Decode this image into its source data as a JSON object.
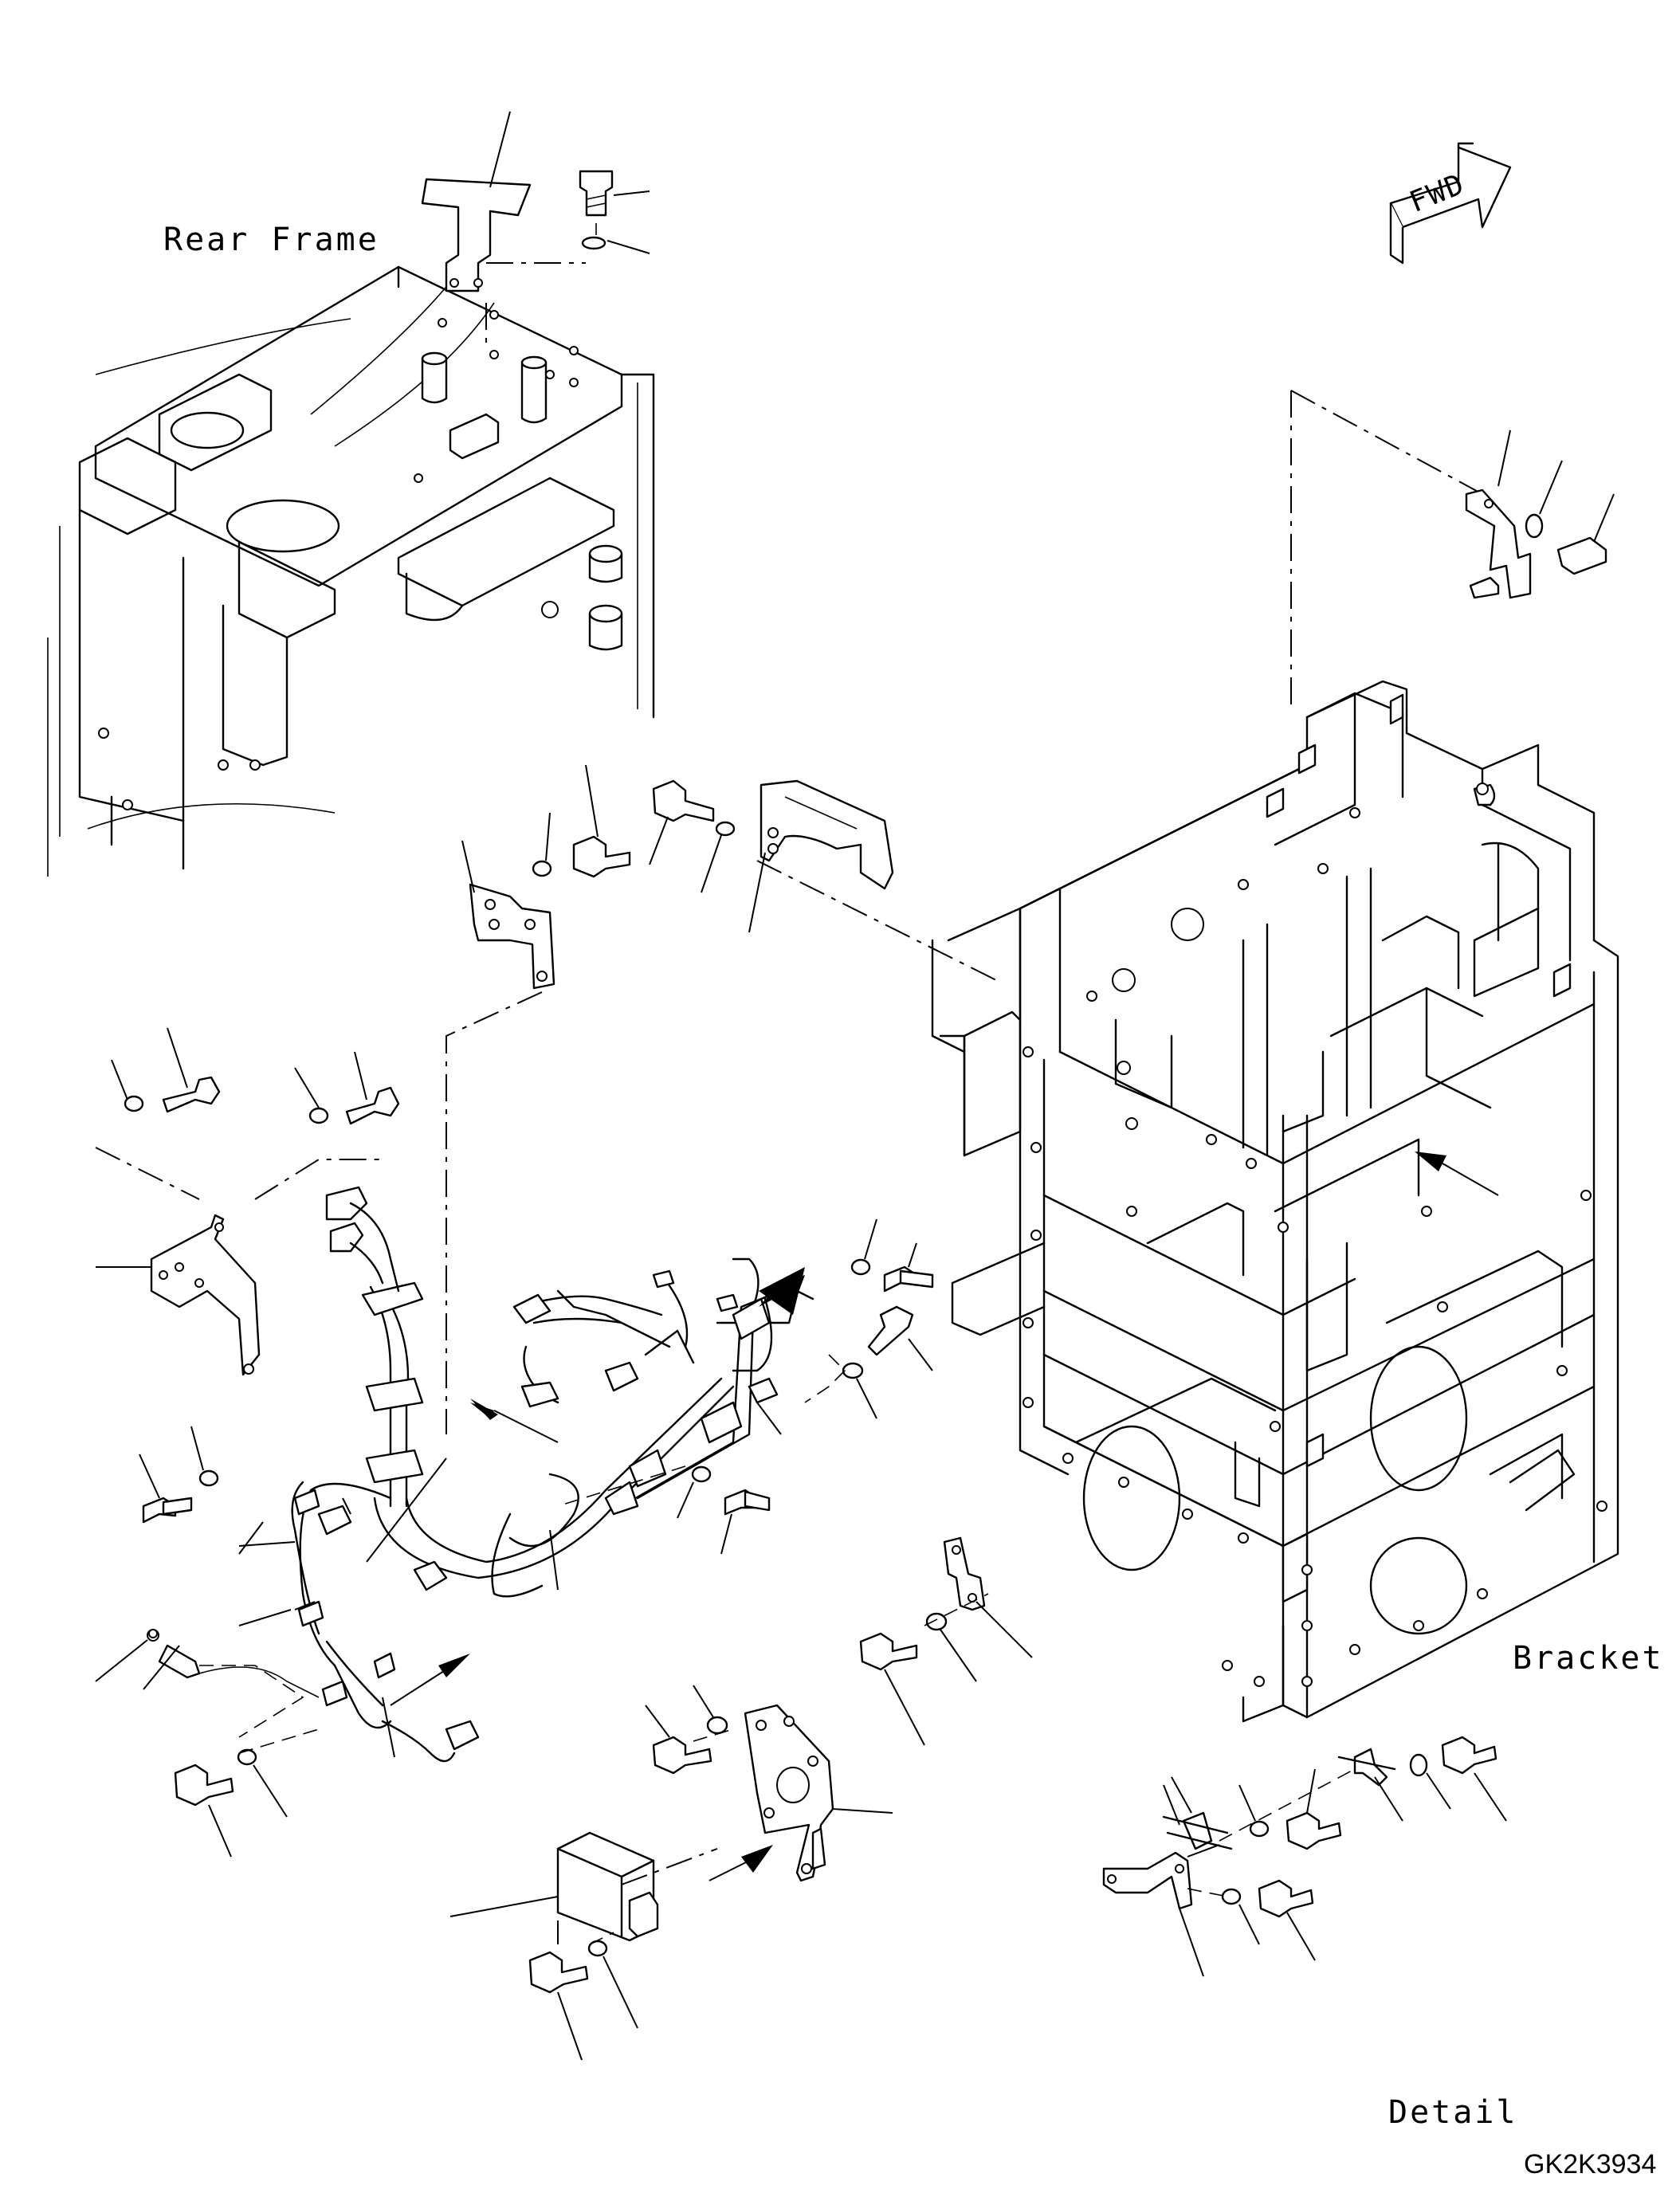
{
  "labels": {
    "rear_frame": "Rear Frame",
    "bracket": "Bracket",
    "detail": "Detail",
    "fwd": "FWD",
    "drawing_code": "GK2K3934"
  },
  "colors": {
    "ink": "#000000",
    "paper": "#ffffff"
  },
  "icons": {
    "forward_arrow": "fwd-arrow-icon",
    "view_arrow": "view-direction-arrow-icon"
  }
}
